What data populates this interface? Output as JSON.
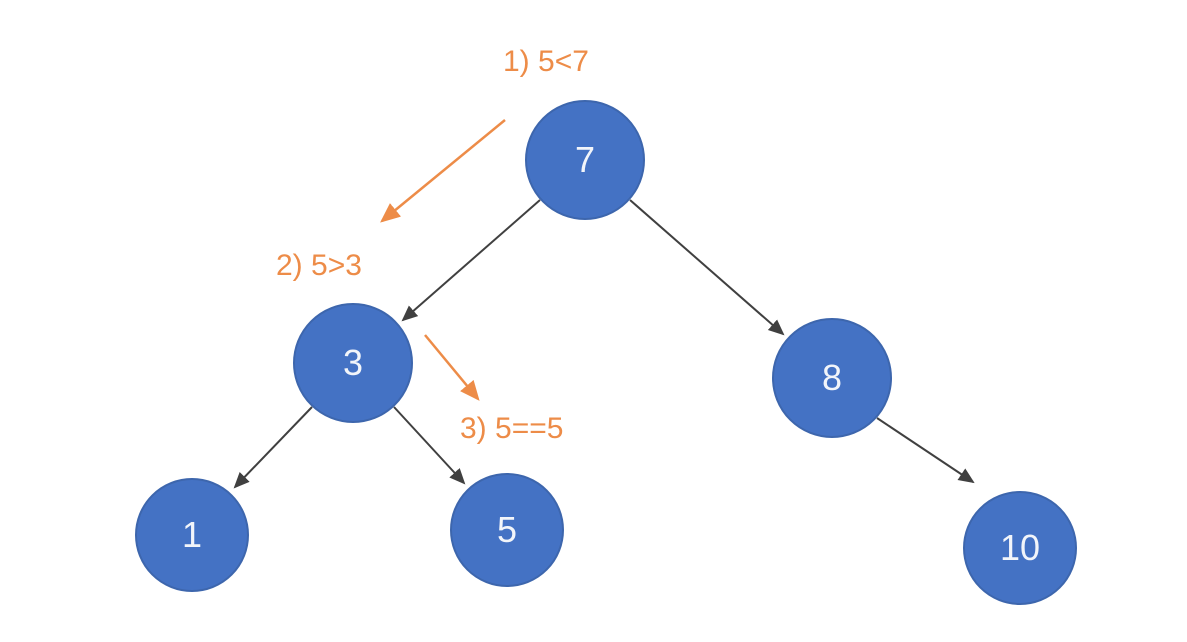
{
  "diagram": {
    "type": "binary-search-tree",
    "nodes": [
      {
        "label": "7",
        "role": "root"
      },
      {
        "label": "3",
        "role": "left-child-of-7"
      },
      {
        "label": "8",
        "role": "right-child-of-7"
      },
      {
        "label": "1",
        "role": "left-child-of-3"
      },
      {
        "label": "5",
        "role": "right-child-of-3"
      },
      {
        "label": "10",
        "role": "right-child-of-8"
      }
    ],
    "edges": [
      {
        "from": "7",
        "to": "3"
      },
      {
        "from": "7",
        "to": "8"
      },
      {
        "from": "3",
        "to": "1"
      },
      {
        "from": "3",
        "to": "5"
      },
      {
        "from": "8",
        "to": "10"
      }
    ],
    "annotations": [
      {
        "label": "1) 5<7",
        "step": 1,
        "points_to": "3"
      },
      {
        "label": "2) 5>3",
        "step": 2,
        "points_to": "5"
      },
      {
        "label": "3) 5==5",
        "step": 3,
        "points_to": "5"
      }
    ],
    "colors": {
      "node_fill": "#4472C4",
      "node_text": "#F2F5FA",
      "edge": "#404040",
      "annotation": "#ED8C48",
      "background": "#FFFFFF"
    }
  }
}
